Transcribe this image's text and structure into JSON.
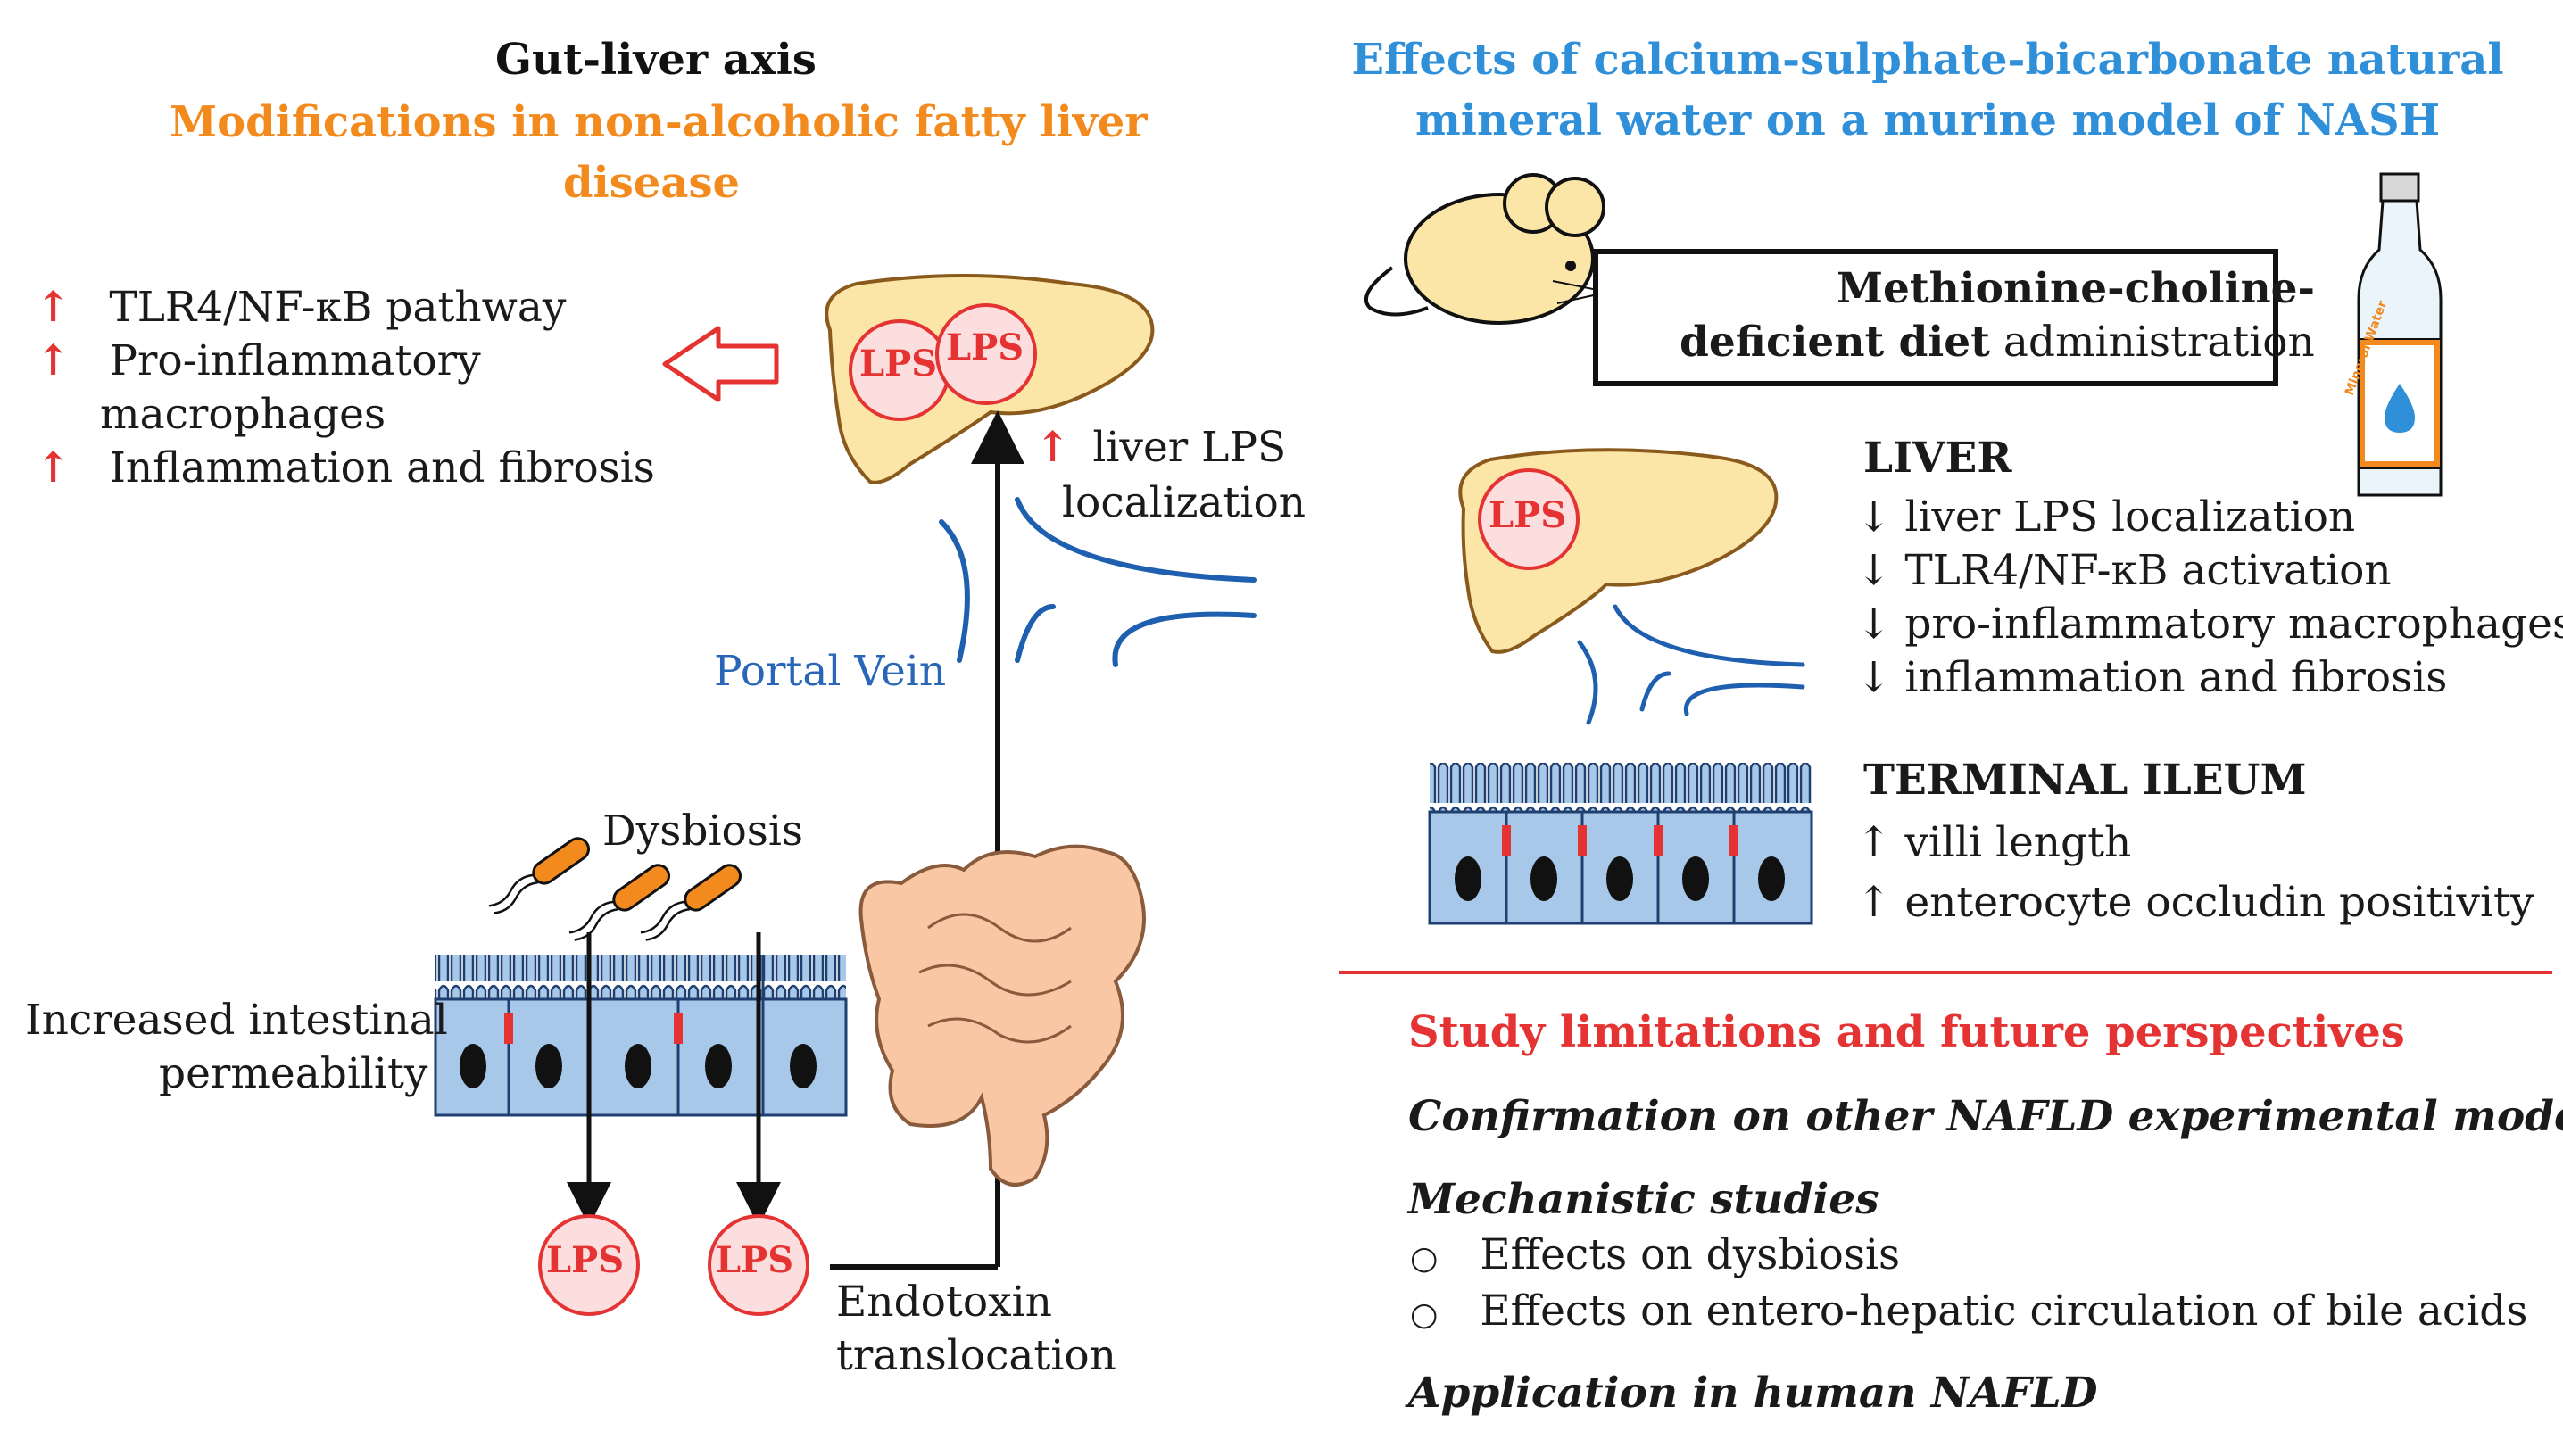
{
  "left": {
    "title": "Gut-liver axis",
    "subtitle_line1": "Modifications in non-alcoholic fatty liver",
    "subtitle_line2": "disease",
    "effects": [
      {
        "arrow": "↑",
        "text": "TLR4/NF-κB pathway"
      },
      {
        "arrow": "↑",
        "text": "Pro-inflammatory"
      },
      {
        "arrow": "",
        "text": "macrophages"
      },
      {
        "arrow": "↑",
        "text": "Inflammation and fibrosis"
      }
    ],
    "liver_lps_1": "LPS",
    "liver_lps_2": "LPS",
    "liver_lps_label_arrow": "↑",
    "liver_lps_label_line1": "liver LPS",
    "liver_lps_label_line2": "localization",
    "portal_vein": "Portal Vein",
    "dysbiosis": "Dysbiosis",
    "permeability_line1": "Increased intestinal",
    "permeability_line2": "permeability",
    "gut_lps_1": "LPS",
    "gut_lps_2": "LPS",
    "endotoxin_line1": "Endotoxin",
    "endotoxin_line2": "translocation"
  },
  "right": {
    "title_line1": "Effects of calcium-sulphate-bicarbonate natural",
    "title_line2": "mineral water on a murine model of NASH",
    "diet_line1": "Methionine-choline-",
    "diet_line2_bold": "deficient diet",
    "diet_line2_rest": " administration",
    "bottle_label": "Mineral Water",
    "liver_lps": "LPS",
    "liver_heading": "LIVER",
    "liver_effects": [
      "↓ liver LPS localization",
      "↓ TLR4/NF-κB activation",
      "↓ pro-inflammatory macrophages",
      "↓ inflammation and fibrosis"
    ],
    "ileum_heading": "TERMINAL ILEUM",
    "ileum_effects": [
      "↑ villi length",
      "↑ enterocyte occludin positivity"
    ],
    "limitations_title": "Study limitations and future perspectives",
    "limitation_1": "Confirmation on other NAFLD experimental models",
    "limitation_2": "Mechanistic studies",
    "mechanistic_items": [
      "Effects on dysbiosis",
      "Effects on entero-hepatic circulation of bile acids"
    ],
    "bullet": "○",
    "limitation_3": "Application in human NAFLD"
  },
  "colors": {
    "orange": "#f28a1d",
    "blue_title": "#2f8fd8",
    "red": "#e53232",
    "liver_fill": "#fbe6a8",
    "cell_fill": "#a8c8ea",
    "colon_fill": "#f9c7a4",
    "vein_blue": "#1f5fb0"
  }
}
